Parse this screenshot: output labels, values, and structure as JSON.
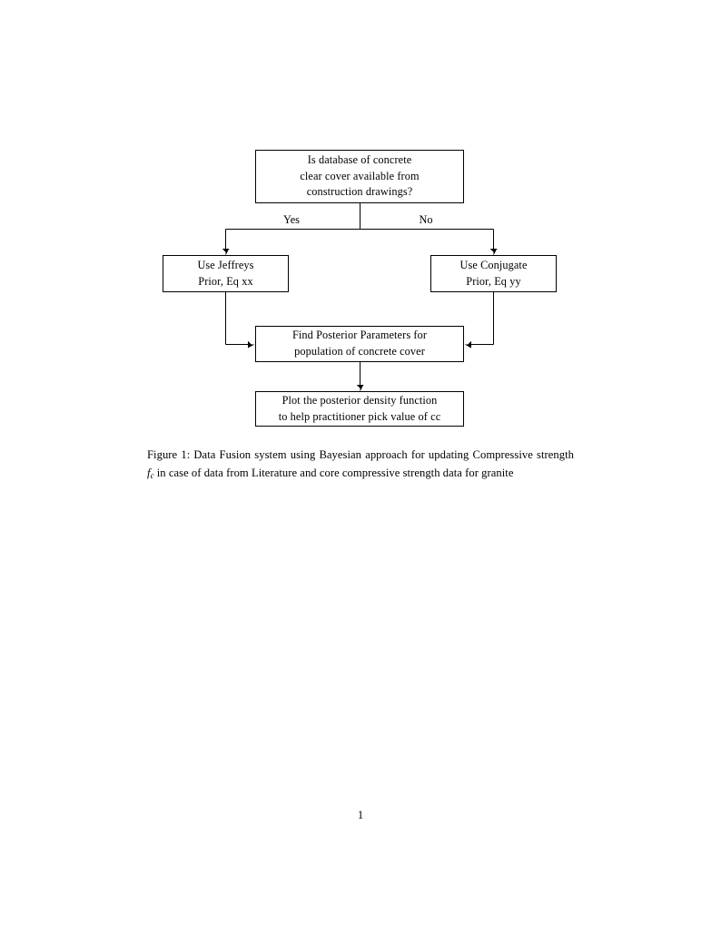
{
  "document": {
    "page_number": "1",
    "background_color": "#ffffff",
    "text_color": "#000000"
  },
  "figure": {
    "nodes": [
      {
        "id": "question",
        "lines": [
          "Is database of concrete",
          "clear cover available from",
          "construction drawings?"
        ]
      },
      {
        "id": "jeffreys",
        "lines": [
          "Use Jeffreys",
          "Prior, Eq xx"
        ]
      },
      {
        "id": "conjugate",
        "lines": [
          "Use Conjugate",
          "Prior, Eq yy"
        ]
      },
      {
        "id": "posterior",
        "lines": [
          "Find Posterior Parameters for",
          "population of concrete cover"
        ]
      },
      {
        "id": "plot",
        "lines": [
          "Plot the posterior density function",
          "to help practitioner pick value of cc"
        ]
      }
    ],
    "edge_labels": {
      "yes": "Yes",
      "no": "No"
    },
    "line_color": "#000000"
  },
  "caption": {
    "label": "Figure 1:",
    "text_before_math": " Data Fusion system using Bayesian approach for updating Compressive strength ",
    "math_symbol": "f",
    "math_subscript": "c",
    "text_after_math": " in case of data from Literature and core compressive strength data for granite"
  }
}
